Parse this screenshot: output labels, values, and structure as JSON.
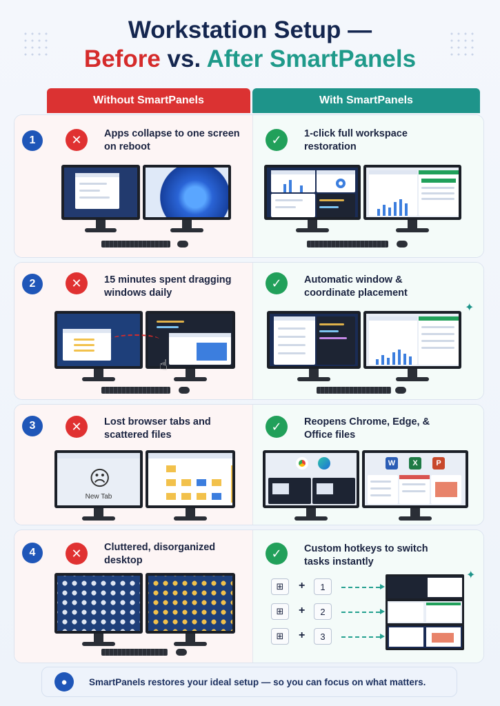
{
  "title": {
    "line1": "Workstation Setup —",
    "before": "Before",
    "vs": " vs. ",
    "after": "After SmartPanels"
  },
  "columns": {
    "left": "Without SmartPanels",
    "right": "With SmartPanels"
  },
  "rows": [
    {
      "number": "1",
      "without": "Apps collapse to one screen on reboot",
      "with": "1-click full workspace restoration"
    },
    {
      "number": "2",
      "without": "15 minutes spent dragging windows daily",
      "with": "Automatic window & coordinate placement"
    },
    {
      "number": "3",
      "without": "Lost browser tabs and scattered files",
      "with": "Reopens Chrome, Edge, & Office files",
      "new_tab": "New Tab"
    },
    {
      "number": "4",
      "without": "Cluttered, disorganized desktop",
      "with": "Custom hotkeys to switch tasks instantly"
    }
  ],
  "hotkeys": [
    {
      "key": "1",
      "plus": "+"
    },
    {
      "key": "2",
      "plus": "+"
    },
    {
      "key": "3",
      "plus": "+"
    }
  ],
  "icons": {
    "x": "✕",
    "check": "✓",
    "windows": "windows-key-icon",
    "bulb": "lightbulb-icon",
    "sad": "☹"
  },
  "colors": {
    "red": "#d52b2b",
    "teal": "#1f9a8a",
    "navy": "#14264f",
    "blue": "#1f56b8",
    "green": "#21a05a"
  },
  "footer": {
    "text": "SmartPanels restores your ideal setup — so you can focus on what matters."
  }
}
